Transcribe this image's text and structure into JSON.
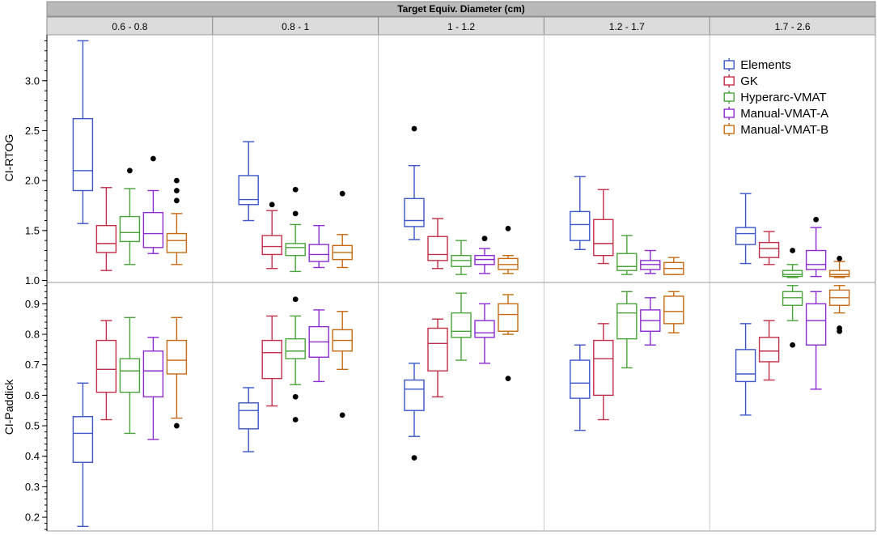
{
  "chart_data": {
    "type": "boxplot",
    "title": "Target Equiv. Diameter (cm)",
    "panels": [
      "0.6 - 0.8",
      "0.8 - 1",
      "1 - 1.2",
      "1.2 - 1.7",
      "1.7 - 2.6"
    ],
    "series": [
      {
        "name": "Elements",
        "color": "#3a56c8"
      },
      {
        "name": "GK",
        "color": "#c22e48"
      },
      {
        "name": "Hyperarc-VMAT",
        "color": "#4aa33a"
      },
      {
        "name": "Manual-VMAT-A",
        "color": "#8a2bd1"
      },
      {
        "name": "Manual-VMAT-B",
        "color": "#c56a12"
      }
    ],
    "rows": [
      {
        "ylabel": "CI-RTOG",
        "ylim": [
          0.98,
          3.46
        ],
        "ticks": [
          1.0,
          1.5,
          2.0,
          2.5,
          3.0
        ],
        "tick_labels": [
          "1.0",
          "1.5",
          "2.0",
          "2.5",
          "3.0"
        ],
        "boxes": [
          [
            {
              "wl": 1.57,
              "q1": 1.9,
              "med": 2.1,
              "q3": 2.62,
              "wh": 3.4,
              "out": []
            },
            {
              "wl": 1.1,
              "q1": 1.28,
              "med": 1.37,
              "q3": 1.55,
              "wh": 1.93,
              "out": []
            },
            {
              "wl": 1.16,
              "q1": 1.39,
              "med": 1.48,
              "q3": 1.64,
              "wh": 1.92,
              "out": [
                2.1
              ]
            },
            {
              "wl": 1.27,
              "q1": 1.33,
              "med": 1.47,
              "q3": 1.68,
              "wh": 1.9,
              "out": [
                2.22
              ]
            },
            {
              "wl": 1.16,
              "q1": 1.28,
              "med": 1.4,
              "q3": 1.47,
              "wh": 1.67,
              "out": [
                1.8,
                1.9,
                2.0
              ]
            }
          ],
          [
            {
              "wl": 1.6,
              "q1": 1.76,
              "med": 1.81,
              "q3": 2.05,
              "wh": 2.39,
              "out": []
            },
            {
              "wl": 1.12,
              "q1": 1.26,
              "med": 1.34,
              "q3": 1.45,
              "wh": 1.7,
              "out": [
                1.76
              ]
            },
            {
              "wl": 1.09,
              "q1": 1.25,
              "med": 1.33,
              "q3": 1.37,
              "wh": 1.56,
              "out": [
                1.67,
                1.91
              ]
            },
            {
              "wl": 1.13,
              "q1": 1.19,
              "med": 1.26,
              "q3": 1.36,
              "wh": 1.55,
              "out": []
            },
            {
              "wl": 1.13,
              "q1": 1.21,
              "med": 1.28,
              "q3": 1.35,
              "wh": 1.46,
              "out": [
                1.87
              ]
            }
          ],
          [
            {
              "wl": 1.41,
              "q1": 1.54,
              "med": 1.6,
              "q3": 1.82,
              "wh": 2.15,
              "out": [
                2.52
              ]
            },
            {
              "wl": 1.12,
              "q1": 1.2,
              "med": 1.26,
              "q3": 1.44,
              "wh": 1.62,
              "out": []
            },
            {
              "wl": 1.06,
              "q1": 1.14,
              "med": 1.2,
              "q3": 1.25,
              "wh": 1.4,
              "out": []
            },
            {
              "wl": 1.07,
              "q1": 1.16,
              "med": 1.21,
              "q3": 1.25,
              "wh": 1.32,
              "out": [
                1.42
              ]
            },
            {
              "wl": 1.07,
              "q1": 1.11,
              "med": 1.16,
              "q3": 1.22,
              "wh": 1.25,
              "out": [
                1.52
              ]
            }
          ],
          [
            {
              "wl": 1.31,
              "q1": 1.4,
              "med": 1.56,
              "q3": 1.69,
              "wh": 2.04,
              "out": []
            },
            {
              "wl": 1.17,
              "q1": 1.25,
              "med": 1.37,
              "q3": 1.61,
              "wh": 1.91,
              "out": []
            },
            {
              "wl": 1.06,
              "q1": 1.1,
              "med": 1.14,
              "q3": 1.27,
              "wh": 1.45,
              "out": []
            },
            {
              "wl": 1.07,
              "q1": 1.11,
              "med": 1.16,
              "q3": 1.2,
              "wh": 1.3,
              "out": []
            },
            {
              "wl": 1.06,
              "q1": 1.06,
              "med": 1.12,
              "q3": 1.18,
              "wh": 1.23,
              "out": []
            }
          ],
          [
            {
              "wl": 1.17,
              "q1": 1.36,
              "med": 1.47,
              "q3": 1.53,
              "wh": 1.87,
              "out": []
            },
            {
              "wl": 1.16,
              "q1": 1.23,
              "med": 1.32,
              "q3": 1.38,
              "wh": 1.49,
              "out": []
            },
            {
              "wl": 1.03,
              "q1": 1.04,
              "med": 1.06,
              "q3": 1.1,
              "wh": 1.16,
              "out": [
                1.3
              ]
            },
            {
              "wl": 1.04,
              "q1": 1.11,
              "med": 1.16,
              "q3": 1.3,
              "wh": 1.53,
              "out": [
                1.61
              ]
            },
            {
              "wl": 1.03,
              "q1": 1.04,
              "med": 1.06,
              "q3": 1.1,
              "wh": 1.19,
              "out": [
                1.22
              ]
            }
          ]
        ]
      },
      {
        "ylabel": "CI-Paddick",
        "ylim": [
          0.155,
          0.97
        ],
        "ticks": [
          0.2,
          0.3,
          0.4,
          0.5,
          0.6,
          0.7,
          0.8,
          0.9
        ],
        "tick_labels": [
          "0.2",
          "0.3",
          "0.4",
          "0.5",
          "0.6",
          "0.7",
          "0.8",
          "0.9"
        ],
        "boxes": [
          [
            {
              "wl": 0.17,
              "q1": 0.38,
              "med": 0.475,
              "q3": 0.53,
              "wh": 0.64,
              "out": []
            },
            {
              "wl": 0.52,
              "q1": 0.61,
              "med": 0.685,
              "q3": 0.78,
              "wh": 0.845,
              "out": []
            },
            {
              "wl": 0.475,
              "q1": 0.61,
              "med": 0.68,
              "q3": 0.72,
              "wh": 0.855,
              "out": []
            },
            {
              "wl": 0.455,
              "q1": 0.595,
              "med": 0.68,
              "q3": 0.745,
              "wh": 0.79,
              "out": []
            },
            {
              "wl": 0.525,
              "q1": 0.67,
              "med": 0.715,
              "q3": 0.78,
              "wh": 0.855,
              "out": [
                0.5
              ]
            }
          ],
          [
            {
              "wl": 0.415,
              "q1": 0.49,
              "med": 0.55,
              "q3": 0.575,
              "wh": 0.625,
              "out": []
            },
            {
              "wl": 0.565,
              "q1": 0.655,
              "med": 0.74,
              "q3": 0.78,
              "wh": 0.86,
              "out": []
            },
            {
              "wl": 0.635,
              "q1": 0.72,
              "med": 0.745,
              "q3": 0.785,
              "wh": 0.86,
              "out": [
                0.595,
                0.52,
                0.915
              ]
            },
            {
              "wl": 0.645,
              "q1": 0.725,
              "med": 0.775,
              "q3": 0.825,
              "wh": 0.88,
              "out": []
            },
            {
              "wl": 0.685,
              "q1": 0.745,
              "med": 0.78,
              "q3": 0.815,
              "wh": 0.875,
              "out": [
                0.535
              ]
            }
          ],
          [
            {
              "wl": 0.465,
              "q1": 0.55,
              "med": 0.62,
              "q3": 0.65,
              "wh": 0.705,
              "out": [
                0.395
              ]
            },
            {
              "wl": 0.595,
              "q1": 0.68,
              "med": 0.77,
              "q3": 0.82,
              "wh": 0.85,
              "out": []
            },
            {
              "wl": 0.715,
              "q1": 0.79,
              "med": 0.81,
              "q3": 0.87,
              "wh": 0.935,
              "out": []
            },
            {
              "wl": 0.705,
              "q1": 0.79,
              "med": 0.805,
              "q3": 0.845,
              "wh": 0.9,
              "out": []
            },
            {
              "wl": 0.8,
              "q1": 0.81,
              "med": 0.865,
              "q3": 0.9,
              "wh": 0.93,
              "out": [
                0.655
              ]
            }
          ],
          [
            {
              "wl": 0.485,
              "q1": 0.59,
              "med": 0.64,
              "q3": 0.715,
              "wh": 0.765,
              "out": []
            },
            {
              "wl": 0.52,
              "q1": 0.6,
              "med": 0.72,
              "q3": 0.78,
              "wh": 0.835,
              "out": []
            },
            {
              "wl": 0.69,
              "q1": 0.785,
              "med": 0.87,
              "q3": 0.9,
              "wh": 0.94,
              "out": []
            },
            {
              "wl": 0.765,
              "q1": 0.81,
              "med": 0.845,
              "q3": 0.88,
              "wh": 0.92,
              "out": []
            },
            {
              "wl": 0.805,
              "q1": 0.835,
              "med": 0.875,
              "q3": 0.925,
              "wh": 0.94,
              "out": []
            }
          ],
          [
            {
              "wl": 0.535,
              "q1": 0.645,
              "med": 0.67,
              "q3": 0.75,
              "wh": 0.835,
              "out": []
            },
            {
              "wl": 0.65,
              "q1": 0.71,
              "med": 0.745,
              "q3": 0.79,
              "wh": 0.845,
              "out": []
            },
            {
              "wl": 0.845,
              "q1": 0.895,
              "med": 0.92,
              "q3": 0.94,
              "wh": 0.96,
              "out": [
                0.765
              ]
            },
            {
              "wl": 0.62,
              "q1": 0.765,
              "med": 0.845,
              "q3": 0.9,
              "wh": 0.94,
              "out": []
            },
            {
              "wl": 0.87,
              "q1": 0.895,
              "med": 0.92,
              "q3": 0.945,
              "wh": 0.96,
              "out": [
                0.82,
                0.81
              ]
            }
          ]
        ]
      }
    ],
    "legend": {
      "position": "top-right",
      "panel": 4
    }
  }
}
